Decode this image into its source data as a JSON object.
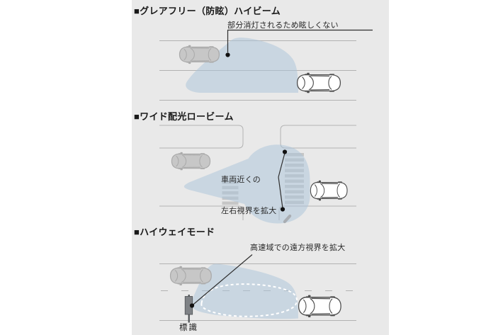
{
  "figure": {
    "language": "ja",
    "appearance": {
      "page_background": "#ffffff",
      "panel_background": "#e9e9e9",
      "beam_color": "#c9d6e1",
      "road_line_color": "#b2b2b2",
      "beam_range_outline_color": "#ffffff",
      "callout_color": "#2e2e2e",
      "crosswalk_color": "#c6c6c6",
      "oncoming_car_color": "#c7c7c7",
      "own_car_color": "#ffffff"
    },
    "sections": [
      {
        "id": "glare-free-high-beam",
        "title": "■グレアフリー（防眩）ハイビーム",
        "annotation": "部分消灯されるため眩しくない"
      },
      {
        "id": "wide-low-beam",
        "title": "■ワイド配光ロービーム",
        "annotation_line1": "車両近くの",
        "annotation_line2": "左右視界を拡大"
      },
      {
        "id": "highway-mode",
        "title": "■ハイウェイモード",
        "annotation": "高速域での遠方視界を拡大",
        "sign_label": "標識"
      }
    ]
  }
}
